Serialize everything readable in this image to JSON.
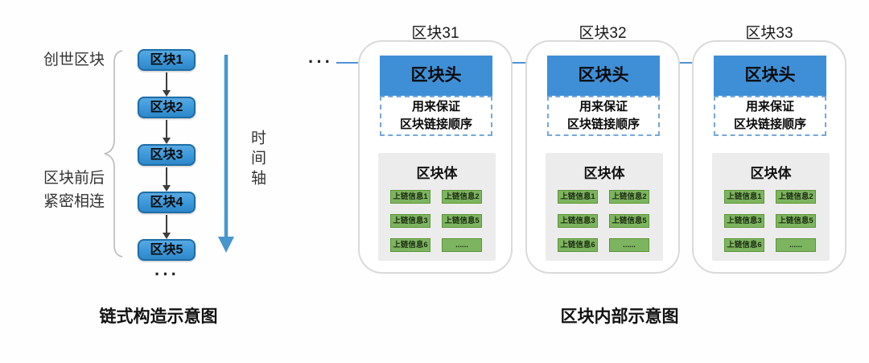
{
  "left": {
    "caption": "链式构造示意图",
    "genesis_label": "创世区块",
    "linked_label_line1": "区块前后",
    "linked_label_line2": "紧密相连",
    "time_axis_label": "时间轴",
    "blocks": [
      "区块1",
      "区块2",
      "区块3",
      "区块4",
      "区块5"
    ],
    "ellipsis": "···"
  },
  "right": {
    "caption": "区块内部示意图",
    "ellipsis": "···",
    "cards": [
      {
        "title": "区块31"
      },
      {
        "title": "区块32"
      },
      {
        "title": "区块33"
      }
    ],
    "common": {
      "header": "区块头",
      "note_line1": "用来保证",
      "note_line2": "区块链接顺序",
      "body_title": "区块体",
      "items": [
        "上链信息1",
        "上链信息2",
        "上链信息3",
        "上链信息5",
        "上链信息6",
        "......"
      ]
    }
  },
  "colors": {
    "chain_block_blue": "#3E9BDB",
    "chain_block_border": "#1C6EA8",
    "header_blue": "#3E8FD6",
    "dashed_border_blue": "#76A7DC",
    "flow_arrow_blue": "#4E94D4",
    "time_axis_blue": "#4796CE",
    "body_gray": "#ECECEC",
    "chip_green": "#7CB45F",
    "chip_green_border": "#5E9537"
  }
}
